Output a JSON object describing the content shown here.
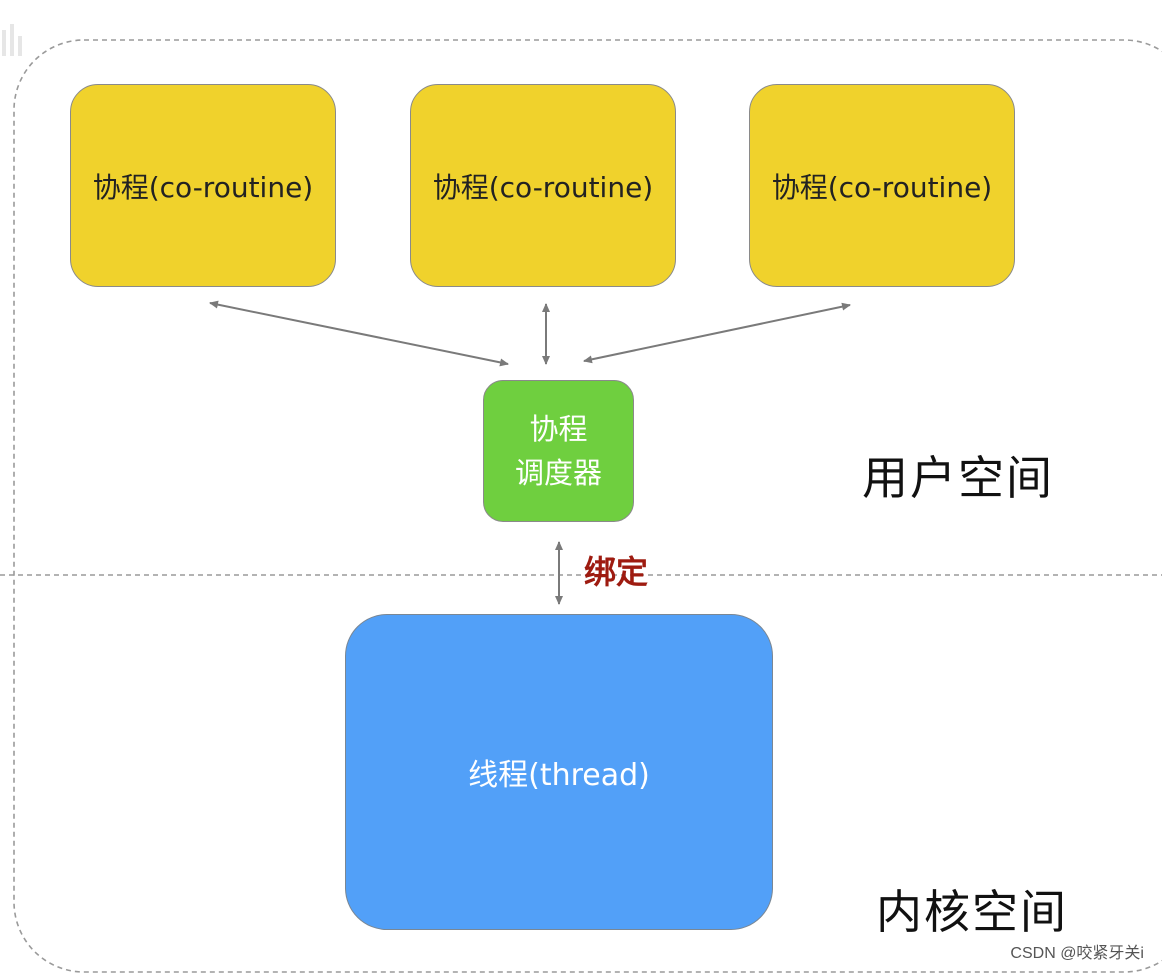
{
  "colors": {
    "coroutine_fill": "#f0d22c",
    "scheduler_fill": "#6fcf3f",
    "thread_fill": "#52a0f8",
    "bind_label": "#9e1b10",
    "arrow": "#7a7a7a",
    "dashed_border": "#9a9a9a"
  },
  "coroutines": [
    {
      "label": "协程(co-routine)"
    },
    {
      "label": "协程(co-routine)"
    },
    {
      "label": "协程(co-routine)"
    }
  ],
  "scheduler": {
    "line1": "协程",
    "line2": "调度器"
  },
  "bind_label": "绑定",
  "thread": {
    "label": "线程(thread)"
  },
  "user_space_label": "用户空间",
  "kernel_space_label": "内核空间",
  "watermark": "CSDN @咬紧牙关i"
}
